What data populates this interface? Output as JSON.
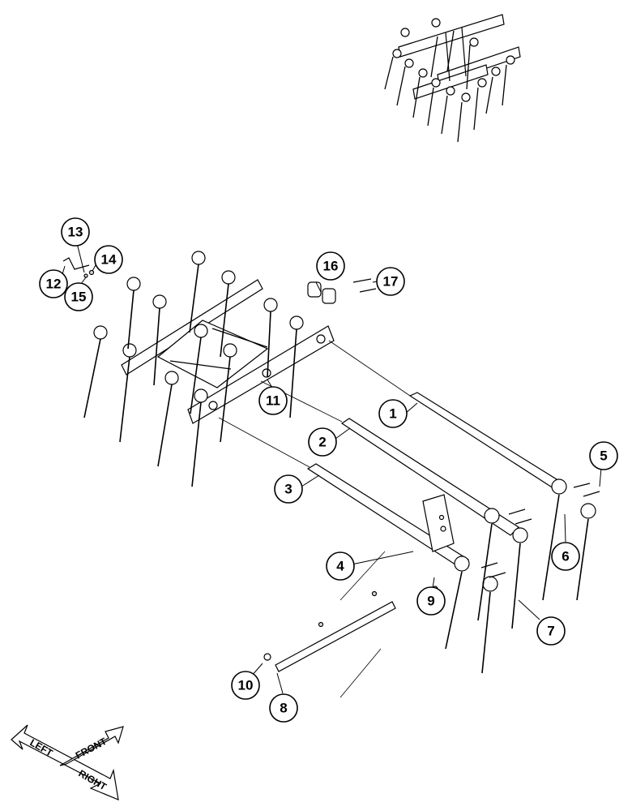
{
  "callouts": [
    {
      "id": "1",
      "label": "1"
    },
    {
      "id": "2",
      "label": "2"
    },
    {
      "id": "3",
      "label": "3"
    },
    {
      "id": "4",
      "label": "4"
    },
    {
      "id": "5",
      "label": "5"
    },
    {
      "id": "6",
      "label": "6"
    },
    {
      "id": "7",
      "label": "7"
    },
    {
      "id": "8",
      "label": "8"
    },
    {
      "id": "9",
      "label": "9"
    },
    {
      "id": "10",
      "label": "10"
    },
    {
      "id": "11",
      "label": "11"
    },
    {
      "id": "12",
      "label": "12"
    },
    {
      "id": "13",
      "label": "13"
    },
    {
      "id": "14",
      "label": "14"
    },
    {
      "id": "15",
      "label": "15"
    },
    {
      "id": "16",
      "label": "16"
    },
    {
      "id": "17",
      "label": "17"
    }
  ],
  "orientation": {
    "left": "LEFT",
    "front": "FRONT",
    "right": "RIGHT"
  },
  "colors": {
    "line": "#000000",
    "background": "#ffffff"
  }
}
